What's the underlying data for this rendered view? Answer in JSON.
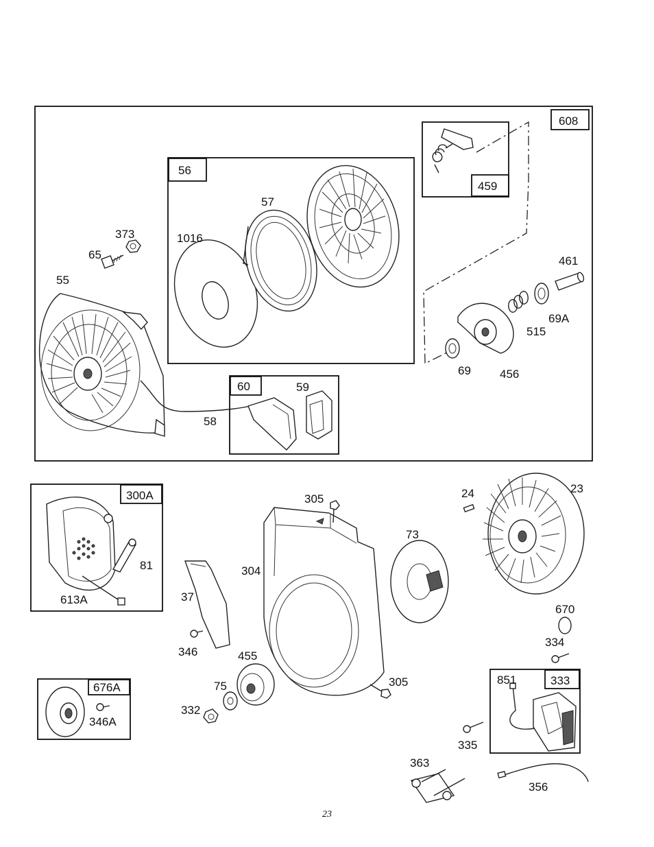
{
  "page_number": "23",
  "groups": {
    "g608": "608",
    "g56": "56",
    "g459": "459",
    "g60": "60",
    "g300A": "300A",
    "g676A": "676A",
    "g333": "333"
  },
  "parts": {
    "p373": "373",
    "p65": "65",
    "p55": "55",
    "p1016": "1016",
    "p57": "57",
    "p461": "461",
    "p69A": "69A",
    "p515": "515",
    "p69": "69",
    "p456": "456",
    "p59": "59",
    "p58": "58",
    "p305a": "305",
    "p24": "24",
    "p23": "23",
    "p73": "73",
    "p304": "304",
    "p81": "81",
    "p613A": "613A",
    "p37": "37",
    "p346": "346",
    "p455": "455",
    "p670": "670",
    "p334": "334",
    "p75": "75",
    "p305b": "305",
    "p332": "332",
    "p346A": "346A",
    "p851": "851",
    "p335": "335",
    "p363": "363",
    "p356": "356"
  }
}
